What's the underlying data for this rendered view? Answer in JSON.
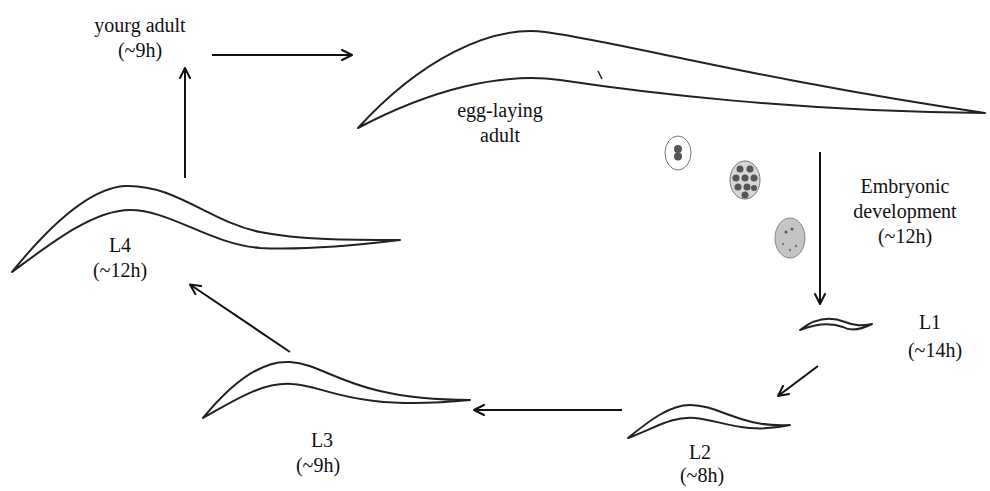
{
  "diagram": {
    "nodes": [
      {
        "text": [
          "yourg adult",
          "(~9h)"
        ]
      },
      {
        "text": [
          "egg-laying adult"
        ]
      },
      {
        "text": [
          "L1",
          "(~14h)"
        ]
      },
      {
        "text": [
          "L2",
          "(~8h)"
        ]
      },
      {
        "text": [
          "L3",
          "(~9h)"
        ]
      },
      {
        "text": [
          "L4",
          "(~12h)"
        ]
      }
    ],
    "edges": [
      {
        "from": 0,
        "to": 1,
        "arrow": "to"
      },
      {
        "from": 1,
        "to": 2,
        "label": "Embryonic development (~12h)",
        "arrow": "to"
      },
      {
        "from": 2,
        "to": 3,
        "arrow": "to"
      },
      {
        "from": 3,
        "to": 4,
        "arrow": "to"
      },
      {
        "from": 4,
        "to": 5,
        "arrow": "to"
      },
      {
        "from": 5,
        "to": 0,
        "arrow": "to"
      }
    ]
  }
}
